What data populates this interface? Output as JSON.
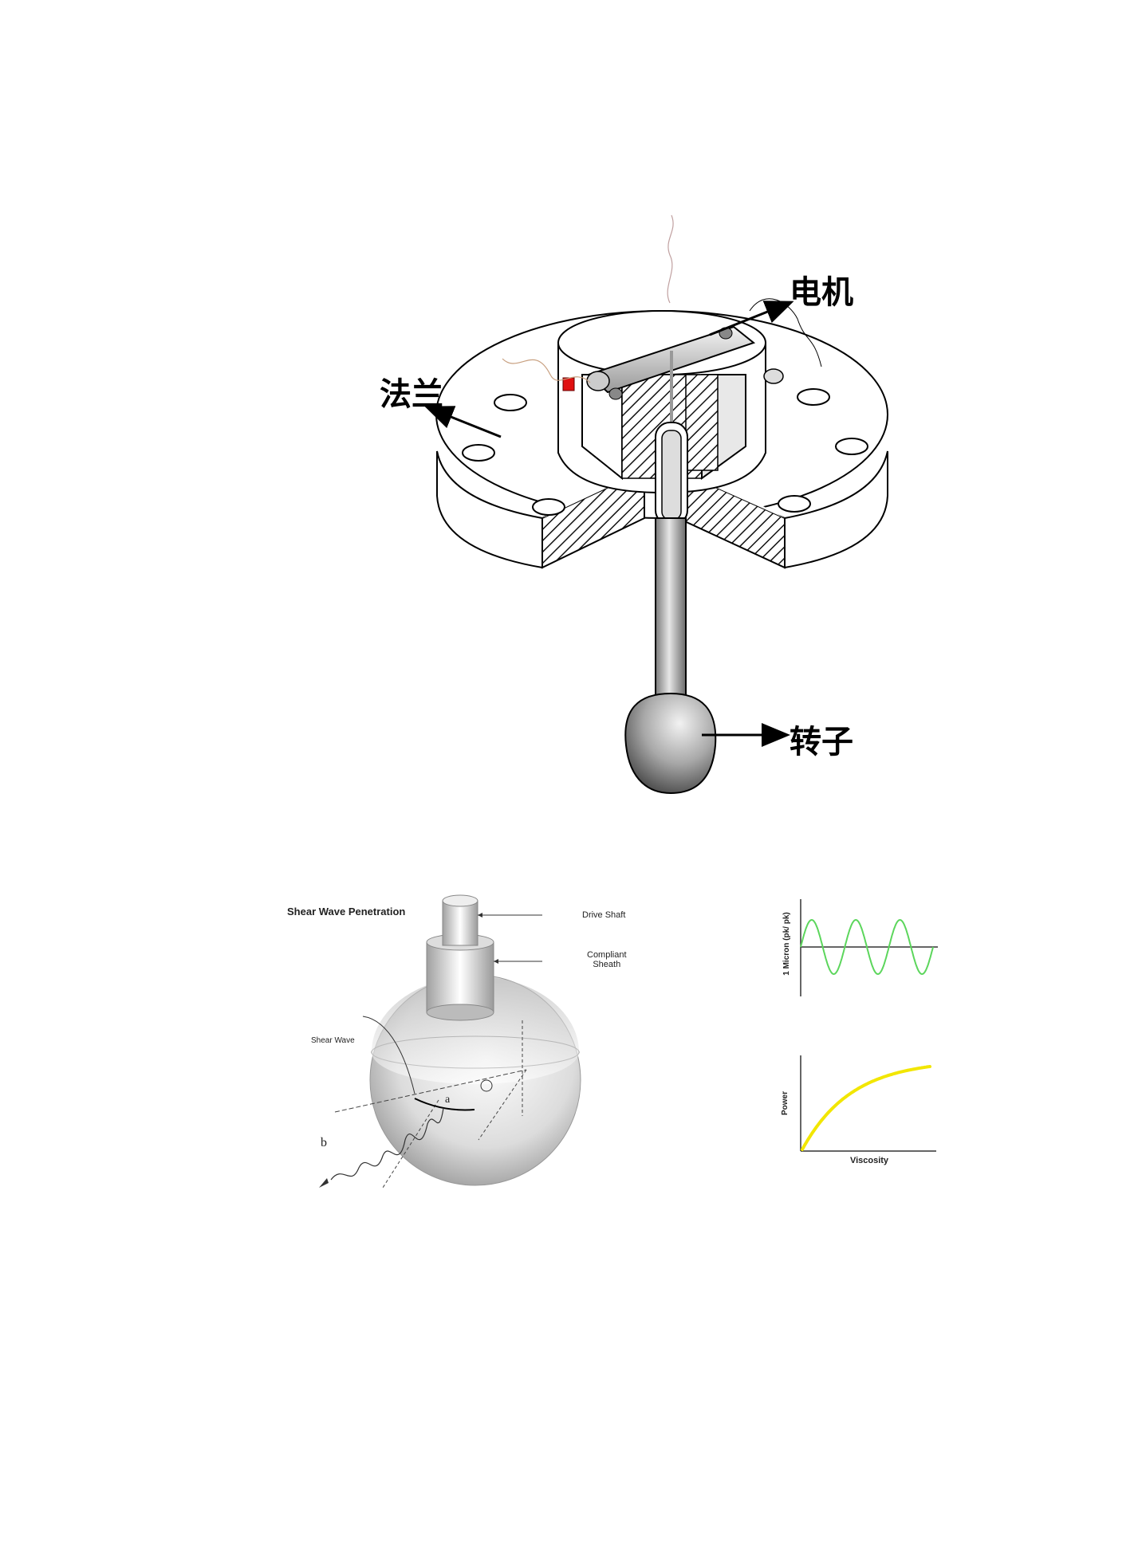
{
  "top_figure": {
    "labels": {
      "motor": "电机",
      "flange": "法兰",
      "rotor": "转子"
    }
  },
  "shear_figure": {
    "title": "Shear Wave Penetration",
    "drive_shaft": "Drive Shaft",
    "compliant_sheath_line1": "Compliant",
    "compliant_sheath_line2": "Sheath",
    "shear_wave": "Shear Wave",
    "label_a": "a",
    "label_b": "b"
  },
  "chart_data": [
    {
      "type": "line",
      "ylabel": "1 Micron (pk/ pk)",
      "xlabel": "",
      "series": [
        {
          "color": "#5cd65c",
          "cycles": 3
        }
      ]
    },
    {
      "type": "line",
      "ylabel": "Power",
      "xlabel": "Viscosity",
      "series": [
        {
          "color": "#f2e600",
          "shape": "rising-saturating"
        }
      ]
    }
  ]
}
